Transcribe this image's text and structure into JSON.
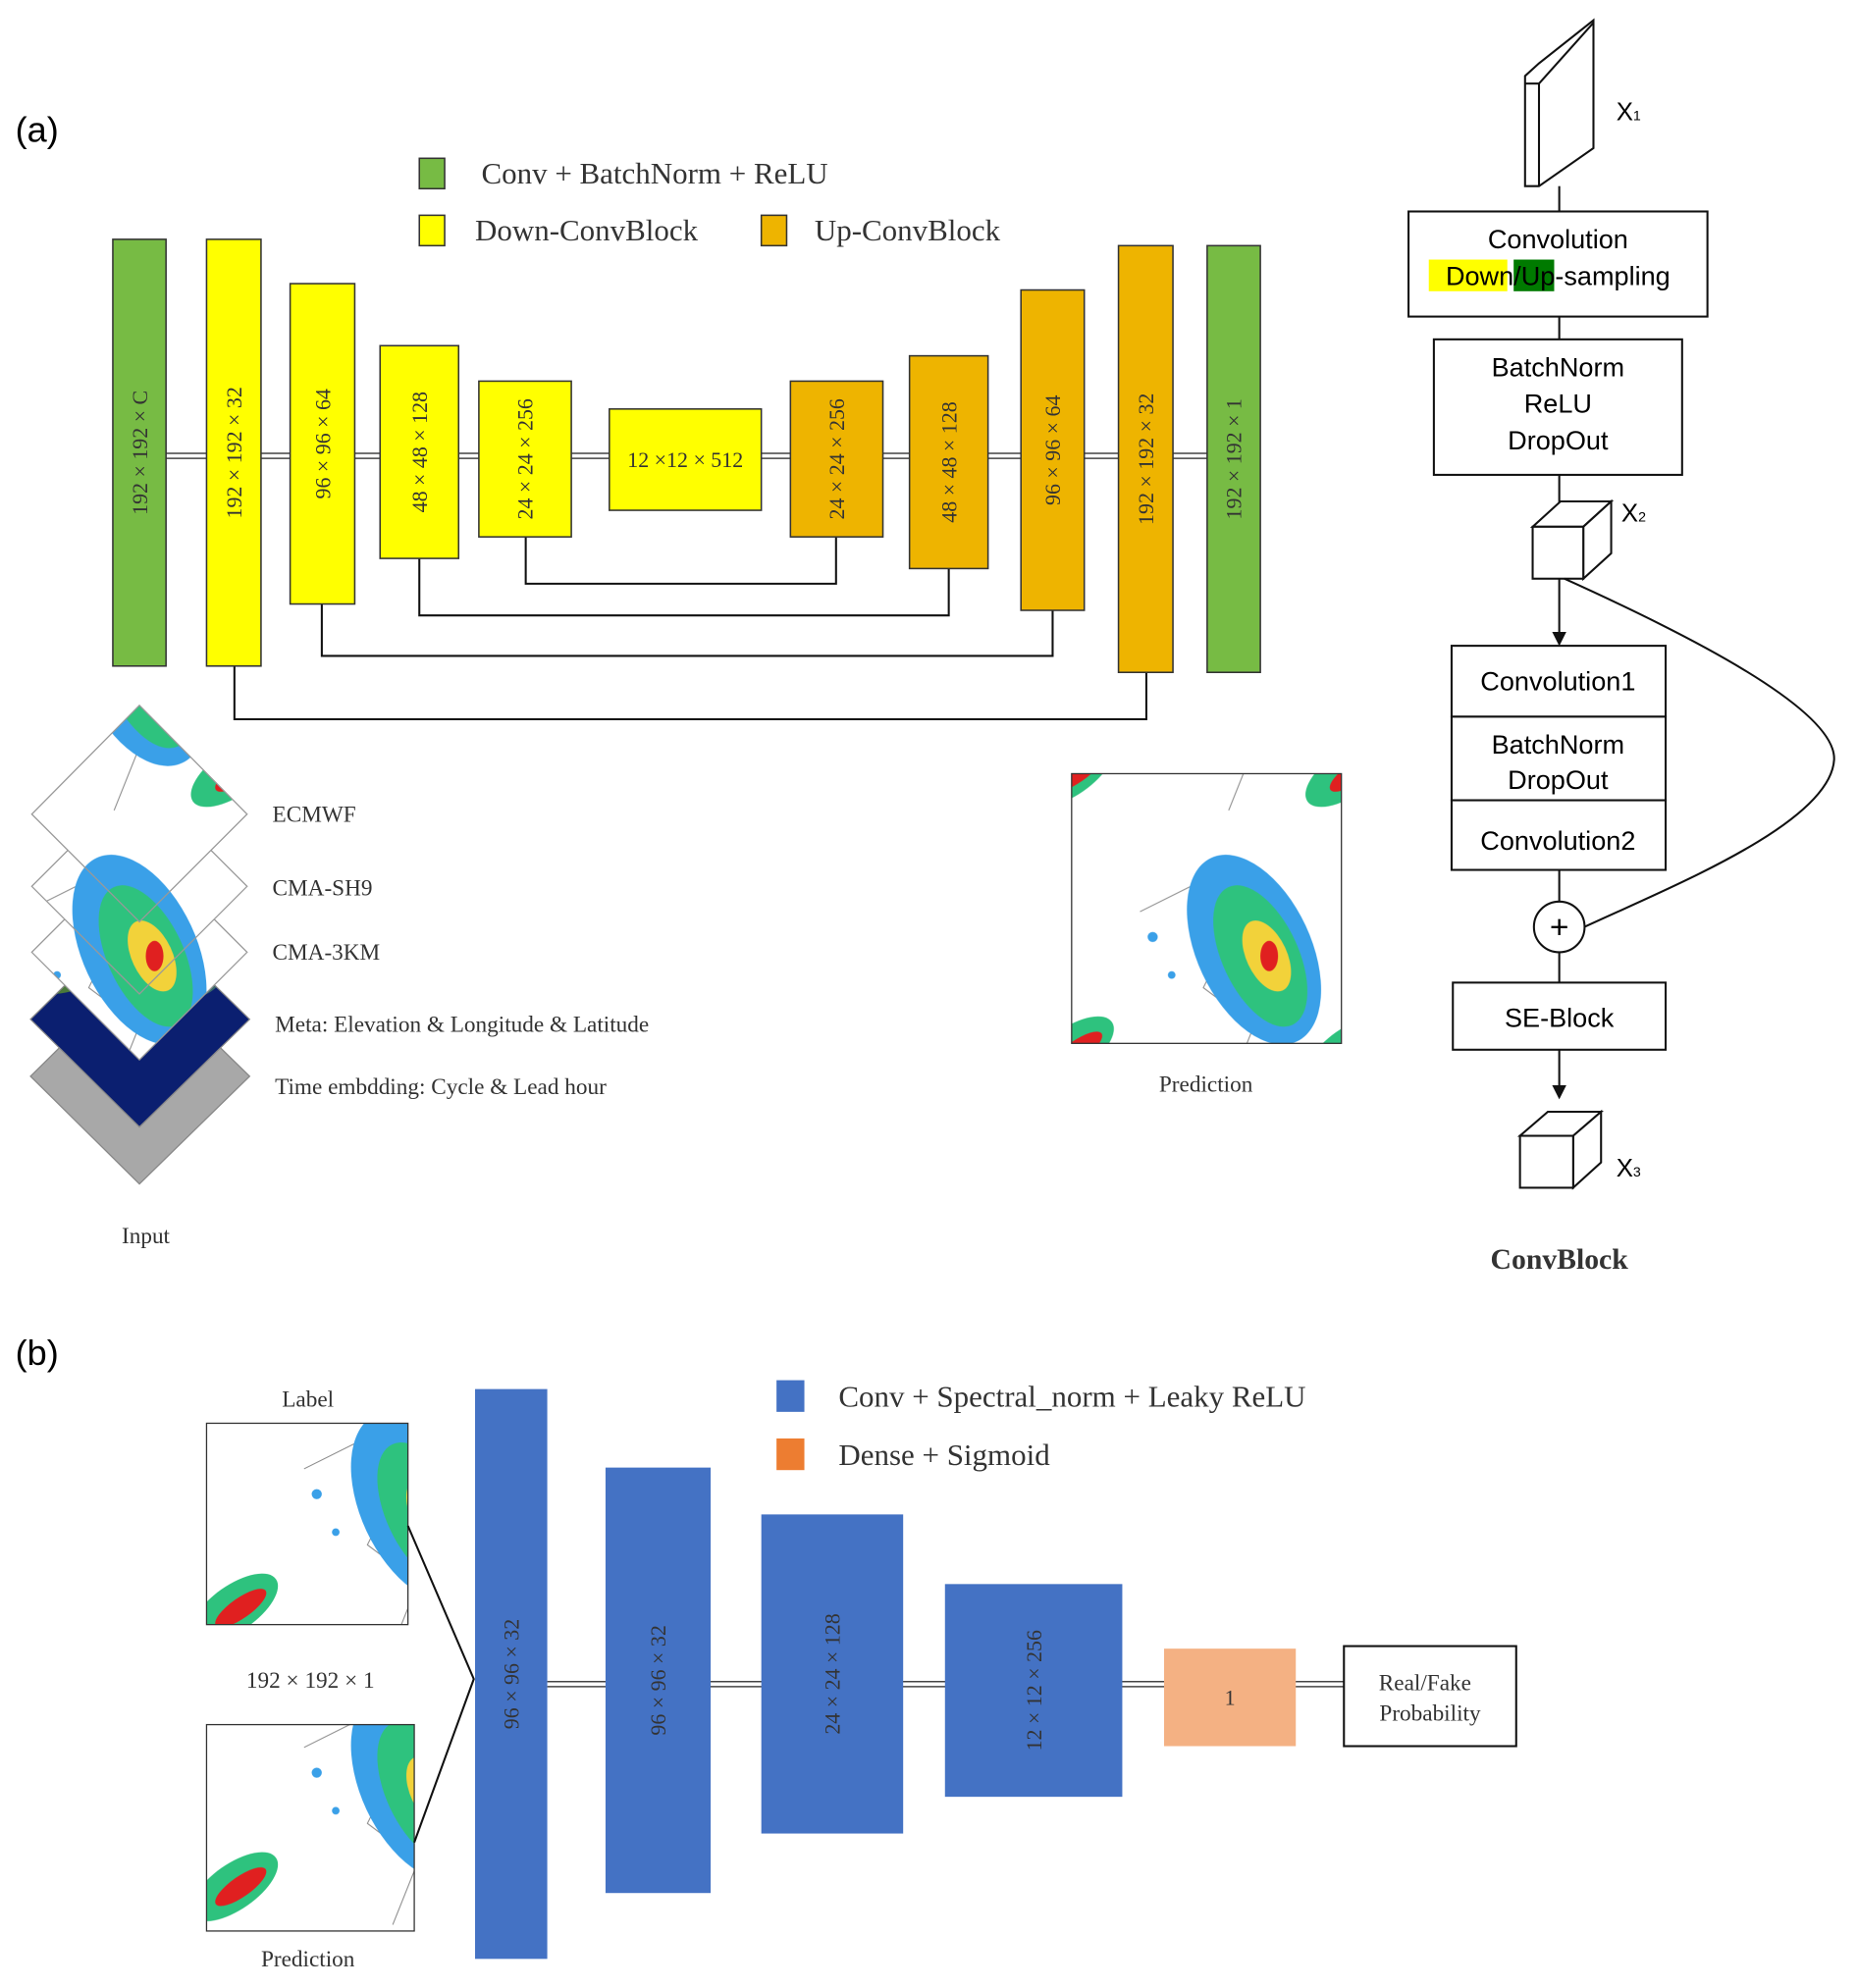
{
  "panel_a": {
    "label": "(a)",
    "legend": {
      "conv": {
        "label": "Conv + BatchNorm + ReLU",
        "color": "#77bb44"
      },
      "down": {
        "label": "Down-ConvBlock",
        "color": "#ffff00"
      },
      "up": {
        "label": "Up-ConvBlock",
        "color": "#eeb400"
      }
    },
    "blocks": [
      "192 × 192 × C",
      "192 × 192 × 32",
      "96 × 96 × 64",
      "48 × 48 × 128",
      "24 × 24 × 256",
      "12 ×12 × 512",
      "24 × 24 × 256",
      "48 × 48 × 128",
      "96 × 96 × 64",
      "192 × 192 × 32",
      "192 × 192 × 1"
    ],
    "inputs": [
      "ECMWF",
      "CMA-SH9",
      "CMA-3KM",
      "Meta: Elevation & Longitude & Latitude",
      "Time embdding: Cycle & Lead hour"
    ],
    "input_caption": "Input",
    "prediction_caption": "Prediction"
  },
  "convblock": {
    "x1": "X",
    "x1_sub": "1",
    "x2": "X",
    "x2_sub": "2",
    "x3": "X",
    "x3_sub": "3",
    "box1_line1": "Convolution",
    "down": "Down",
    "slash": "/",
    "up": "Up",
    "sampling": "-sampling",
    "box2": [
      "BatchNorm",
      "ReLU",
      "DropOut"
    ],
    "res1": "Convolution1",
    "res2": [
      "BatchNorm",
      "DropOut"
    ],
    "res3": "Convolution2",
    "plus": "+",
    "se": "SE-Block",
    "title": "ConvBlock"
  },
  "panel_b": {
    "label": "(b)",
    "legend": {
      "conv": {
        "label": "Conv + Spectral_norm + Leaky ReLU",
        "color": "#4472c4"
      },
      "dense": {
        "label": "Dense + Sigmoid",
        "color": "#ed7d31"
      }
    },
    "label_caption": "Label",
    "size_caption": "192 × 192 × 1",
    "prediction_caption": "Prediction",
    "blocks": [
      "96 × 96 × 32",
      "96 × 96 × 32",
      "24 × 24 × 128",
      "12 × 12 × 256",
      "1"
    ],
    "output": [
      "Real/Fake",
      "Probability"
    ]
  }
}
